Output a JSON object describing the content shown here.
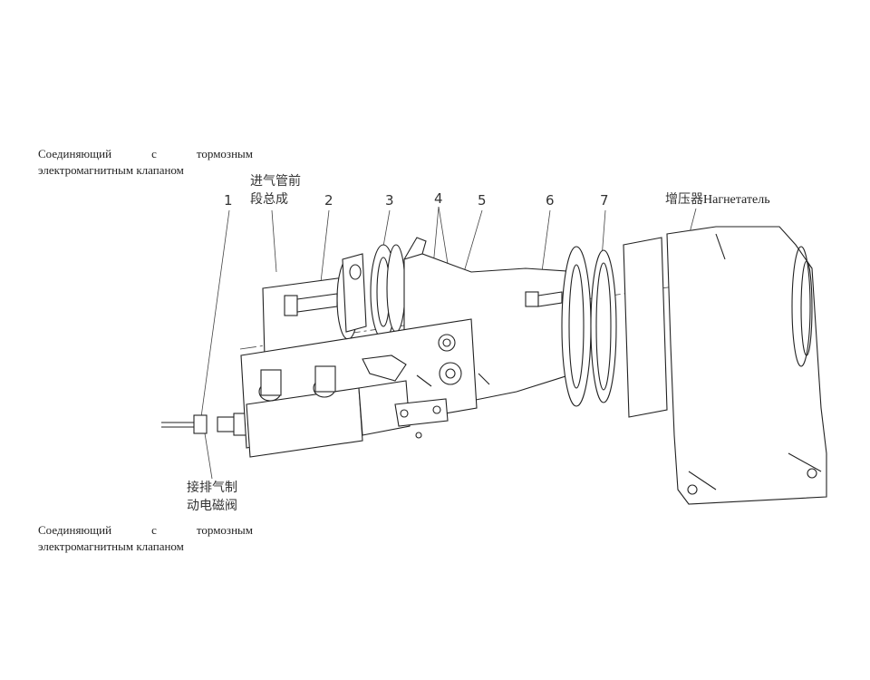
{
  "labels": {
    "top_note": {
      "line1_words": [
        "Соединяющий",
        "с",
        "тормозным"
      ],
      "line2": "электромагнитным клапаном"
    },
    "bottom_note": {
      "line1_words": [
        "Соединяющий",
        "с",
        "тормозным"
      ],
      "line2": "электромагнитным клапаном"
    },
    "intake_front": {
      "line1": "进气管前",
      "line2": "段总成"
    },
    "exhaust_valve": {
      "line1": "接排气制",
      "line2": "动电磁阀"
    },
    "turbo_cn": "增压器",
    "turbo_ru": "Нагнетатель",
    "callouts": [
      "1",
      "2",
      "3",
      "4",
      "5",
      "6",
      "7"
    ]
  }
}
